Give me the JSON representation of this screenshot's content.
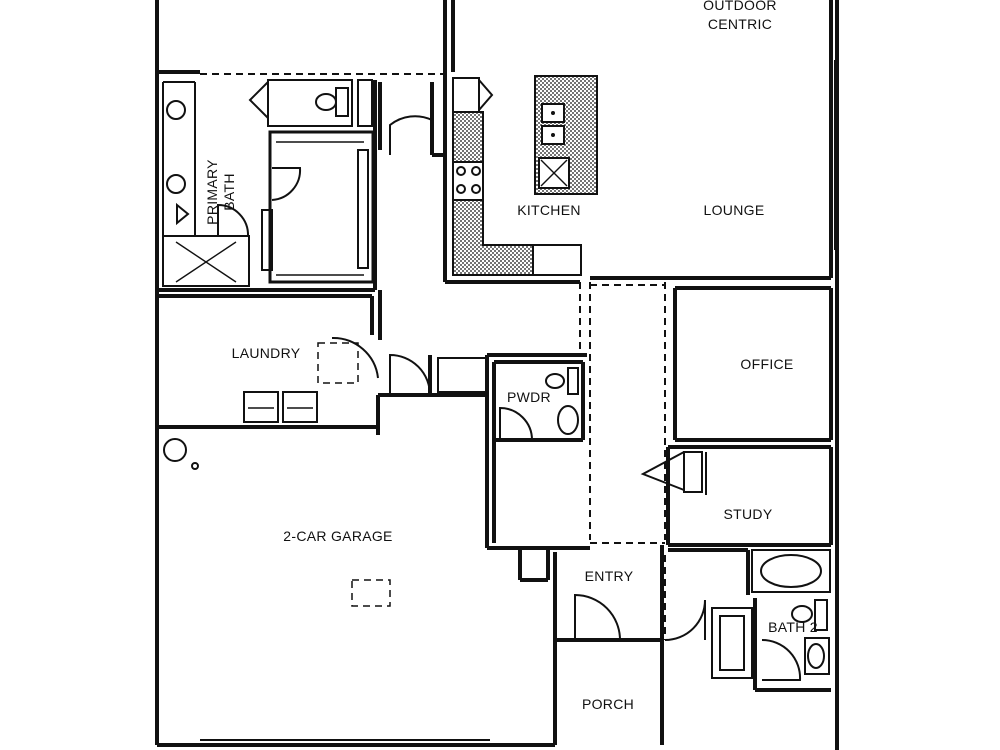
{
  "rooms": {
    "outdoor_centric_line1": "OUTDOOR",
    "outdoor_centric_line2": "CENTRIC",
    "kitchen": "KITCHEN",
    "lounge": "LOUNGE",
    "primary_bath_line1": "PRIMARY",
    "primary_bath_line2": "BATH",
    "laundry": "LAUNDRY",
    "office": "OFFICE",
    "pwdr": "PWDR",
    "study": "STUDY",
    "garage": "2-CAR GARAGE",
    "entry": "ENTRY",
    "bath2": "BATH 2",
    "porch": "PORCH"
  }
}
